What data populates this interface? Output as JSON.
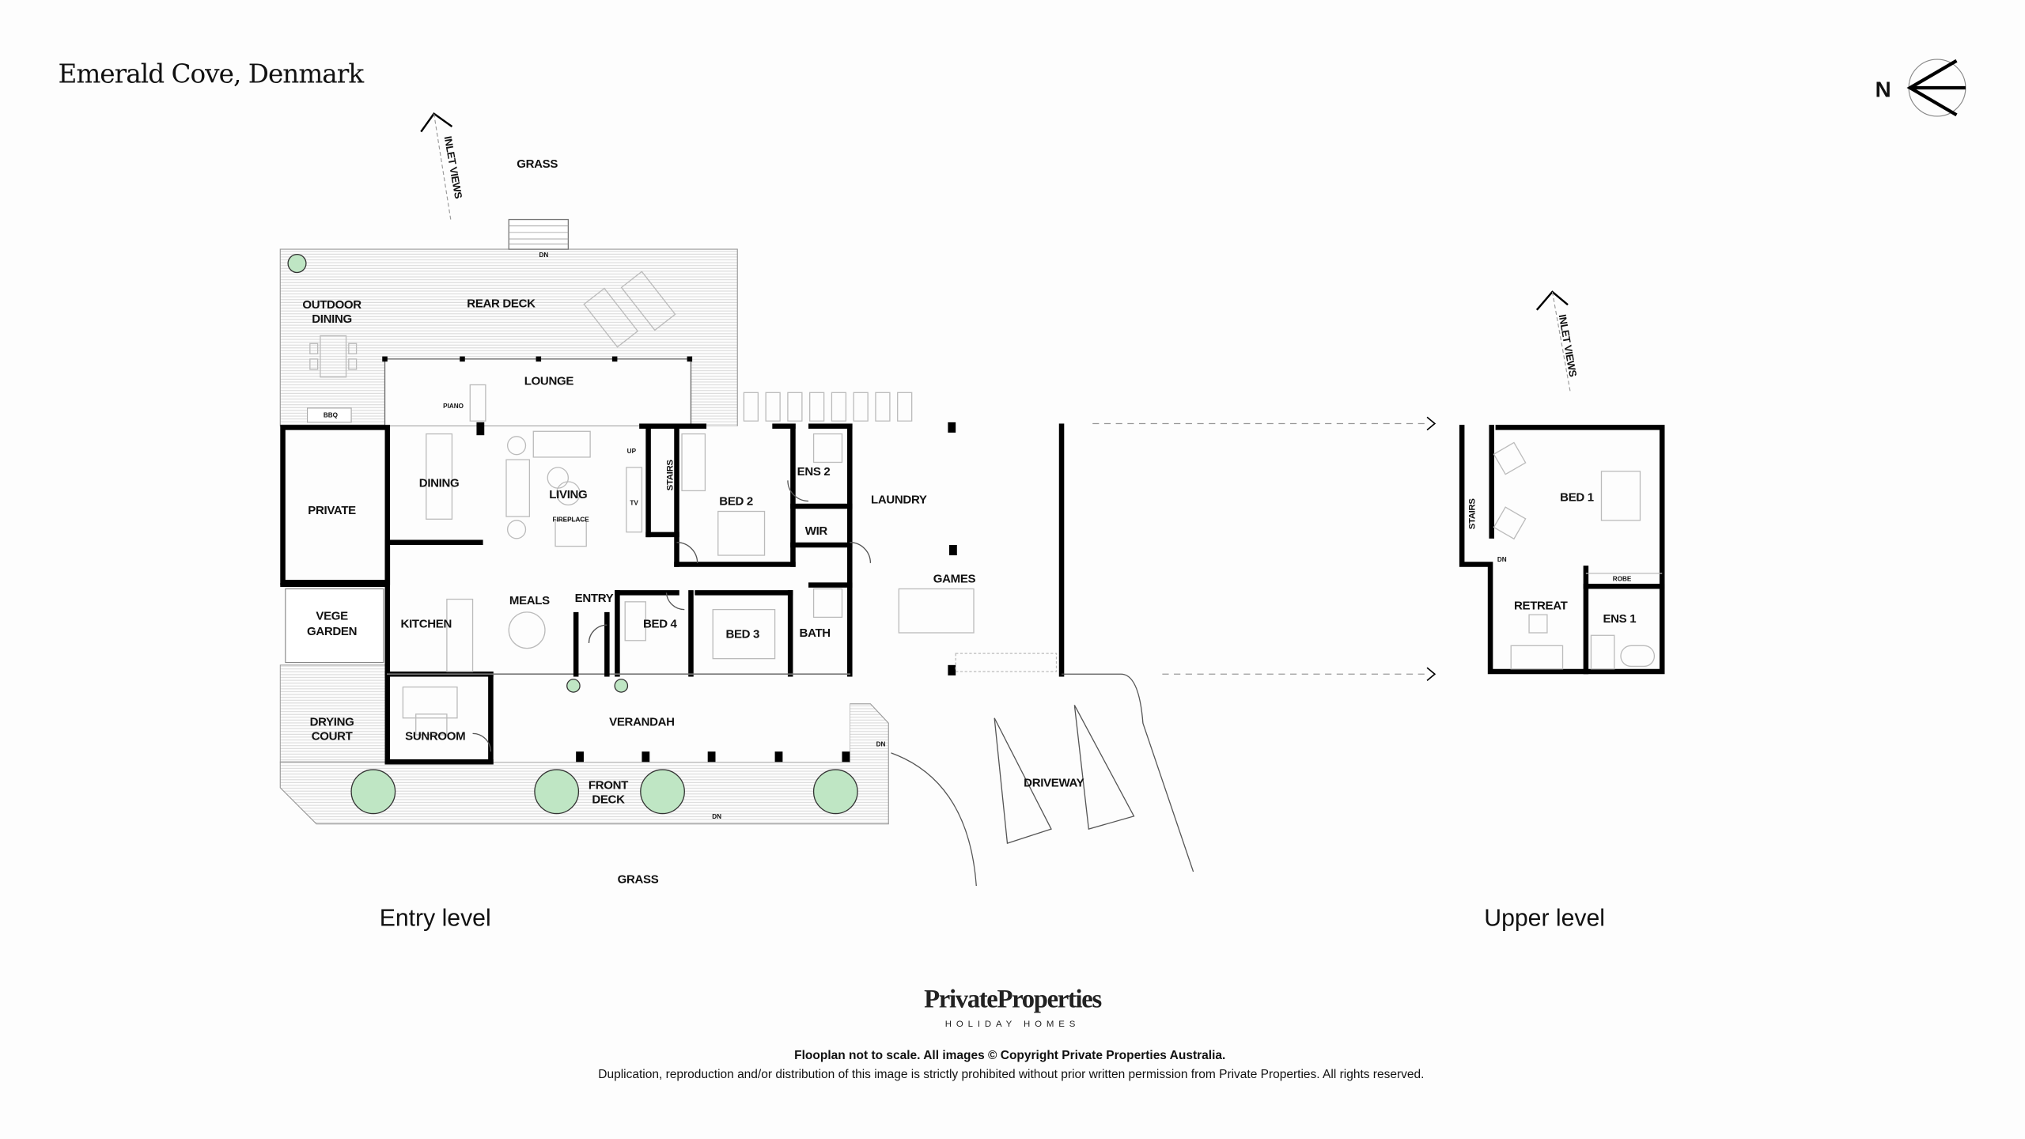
{
  "header": {
    "title": "Emerald Cove, Denmark",
    "compass_letter": "N"
  },
  "entry_level": {
    "level_label": "Entry level",
    "rooms": {
      "outdoor_dining_1": "OUTDOOR",
      "outdoor_dining_2": "DINING",
      "rear_deck": "REAR DECK",
      "lounge": "LOUNGE",
      "private": "PRIVATE",
      "dining": "DINING",
      "living": "LIVING",
      "bed2": "BED 2",
      "ens2": "ENS 2",
      "wir": "WIR",
      "laundry": "LAUNDRY",
      "games": "GAMES",
      "vege_1": "VEGE",
      "vege_2": "GARDEN",
      "kitchen": "KITCHEN",
      "meals": "MEALS",
      "entry": "ENTRY",
      "bed4": "BED 4",
      "bed3": "BED 3",
      "bath": "BATH",
      "drying_1": "DRYING",
      "drying_2": "COURT",
      "sunroom": "SUNROOM",
      "verandah": "VERANDAH",
      "front_deck_1": "FRONT",
      "front_deck_2": "DECK",
      "driveway": "DRIVEWAY"
    },
    "annotations": {
      "inlet_views": "INLET VIEWS",
      "grass_top": "GRASS",
      "grass_bottom": "GRASS",
      "dn_rear": "DN",
      "dn_front": "DN",
      "dn_side": "DN",
      "up": "UP",
      "piano": "PIANO",
      "bbq": "BBQ",
      "tv": "TV",
      "fireplace": "FIREPLACE",
      "stairs": "STAIRS"
    }
  },
  "upper_level": {
    "level_label": "Upper level",
    "rooms": {
      "bed1": "BED 1",
      "retreat": "RETREAT",
      "ens1": "ENS 1",
      "robe": "ROBE"
    },
    "annotations": {
      "inlet_views": "INLET VIEWS",
      "stairs": "STAIRS",
      "dn": "DN"
    }
  },
  "branding": {
    "logo_name": "PrivateProperties",
    "logo_sub": "HOLIDAY HOMES"
  },
  "footer": {
    "line1": "Flooplan not to scale. All images © Copyright Private Properties Australia.",
    "line2": "Duplication, reproduction and/or distribution of this image is strictly prohibited without prior written permission from Private Properties. All rights reserved."
  },
  "colors": {
    "tree": "#bfe6c4",
    "wall": "#000000",
    "deck_hatch": "#d6d6d6"
  }
}
